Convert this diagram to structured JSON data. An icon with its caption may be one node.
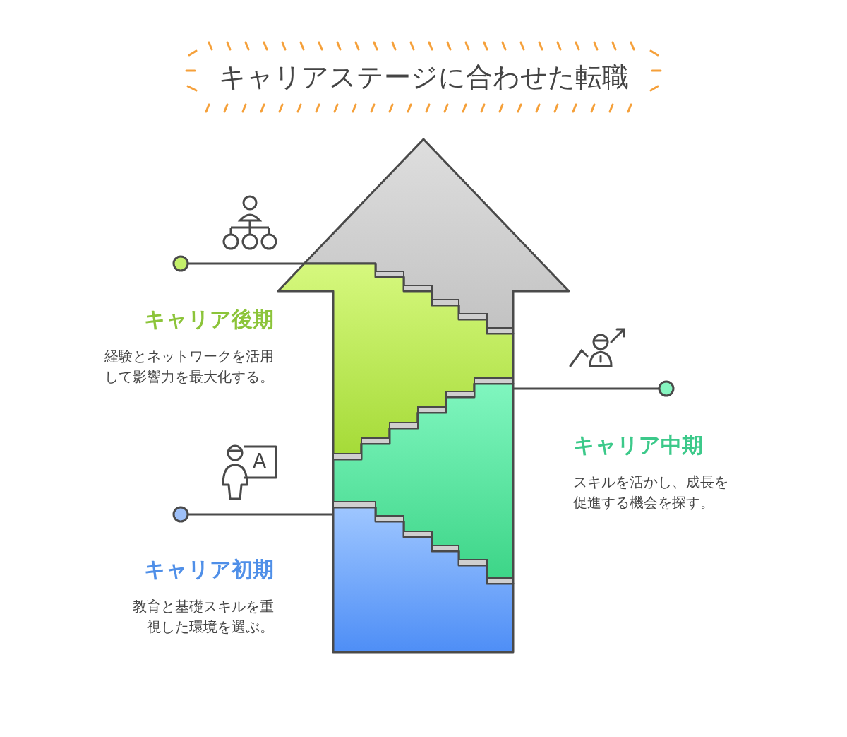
{
  "diagram": {
    "title": "キャリアステージに合わせた転職",
    "nodes": [
      {
        "text": [],
        "shape": "box"
      },
      {
        "text": [],
        "shape": "box"
      },
      {
        "text": [],
        "shape": "box"
      },
      {
        "text": [],
        "shape": "box"
      },
      {
        "text": [],
        "shape": "circle"
      },
      {
        "text": [],
        "shape": "circle"
      },
      {
        "text": [],
        "shape": "circle"
      }
    ],
    "edges": [
      {
        "from": 4,
        "to": 1,
        "arrow": "none"
      },
      {
        "from": 5,
        "to": 2,
        "arrow": "none"
      },
      {
        "from": 6,
        "to": 3,
        "arrow": "none"
      }
    ],
    "labels": [
      "キャリア後期",
      "経験とネットワークを活用して影響力を最大化する。",
      "キャリア中期",
      "スキルを活かし、成長を促進する機会を探す。",
      "キャリア初期",
      "教育と基礎スキルを重視した環境を選ぶ。",
      "A"
    ]
  }
}
